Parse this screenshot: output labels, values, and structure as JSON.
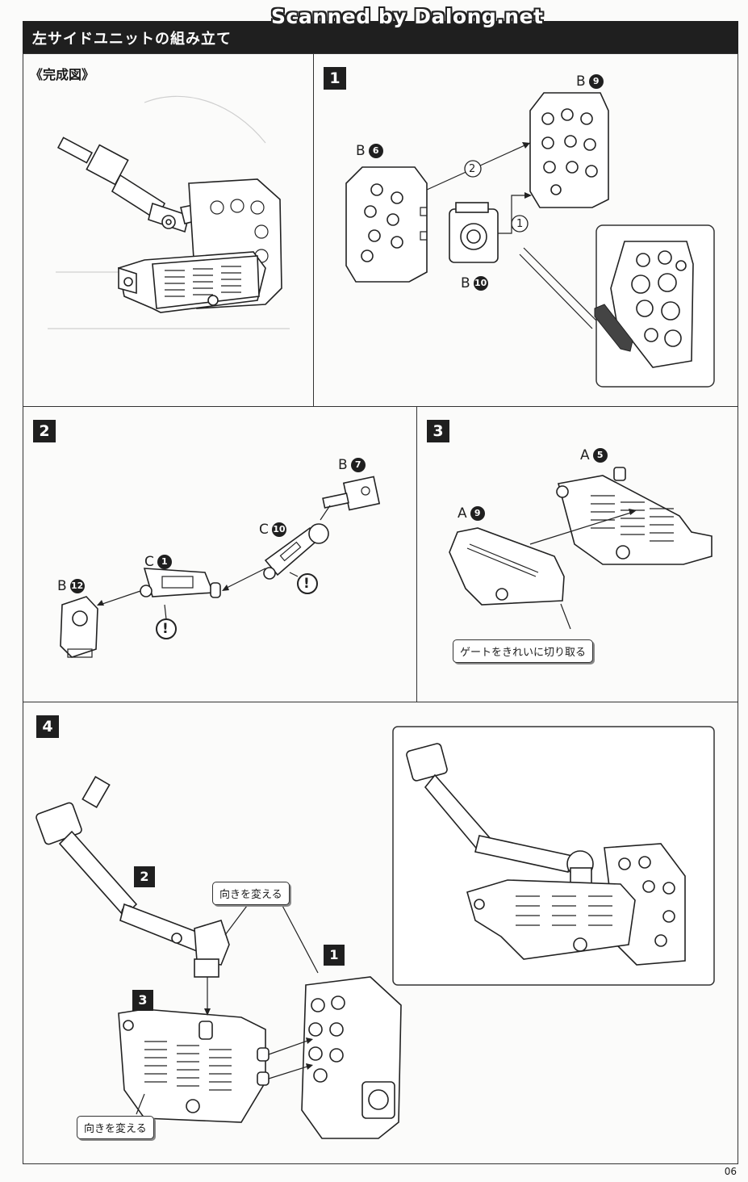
{
  "watermark": "Scanned by Dalong.net",
  "header": {
    "title": "左サイドユニットの組み立て"
  },
  "complete": {
    "title": "《完成図》"
  },
  "step1": {
    "number": "1",
    "parts": {
      "b9": {
        "runner": "B",
        "num": "9"
      },
      "b6": {
        "runner": "B",
        "num": "6"
      },
      "b10": {
        "runner": "B",
        "num": "10"
      }
    },
    "order_a": "1",
    "order_b": "2"
  },
  "step2": {
    "number": "2",
    "parts": {
      "b7": {
        "runner": "B",
        "num": "7"
      },
      "c10": {
        "runner": "C",
        "num": "10"
      },
      "c1": {
        "runner": "C",
        "num": "1"
      },
      "b12": {
        "runner": "B",
        "num": "12"
      }
    },
    "caution": "!"
  },
  "step3": {
    "number": "3",
    "parts": {
      "a5": {
        "runner": "A",
        "num": "5"
      },
      "a9": {
        "runner": "A",
        "num": "9"
      }
    },
    "note": "ゲートをきれいに切り取る"
  },
  "step4": {
    "number": "4",
    "sub": {
      "s1": "1",
      "s2": "2",
      "s3": "3"
    },
    "note_turn": "向きを変える"
  },
  "page_number": "06"
}
